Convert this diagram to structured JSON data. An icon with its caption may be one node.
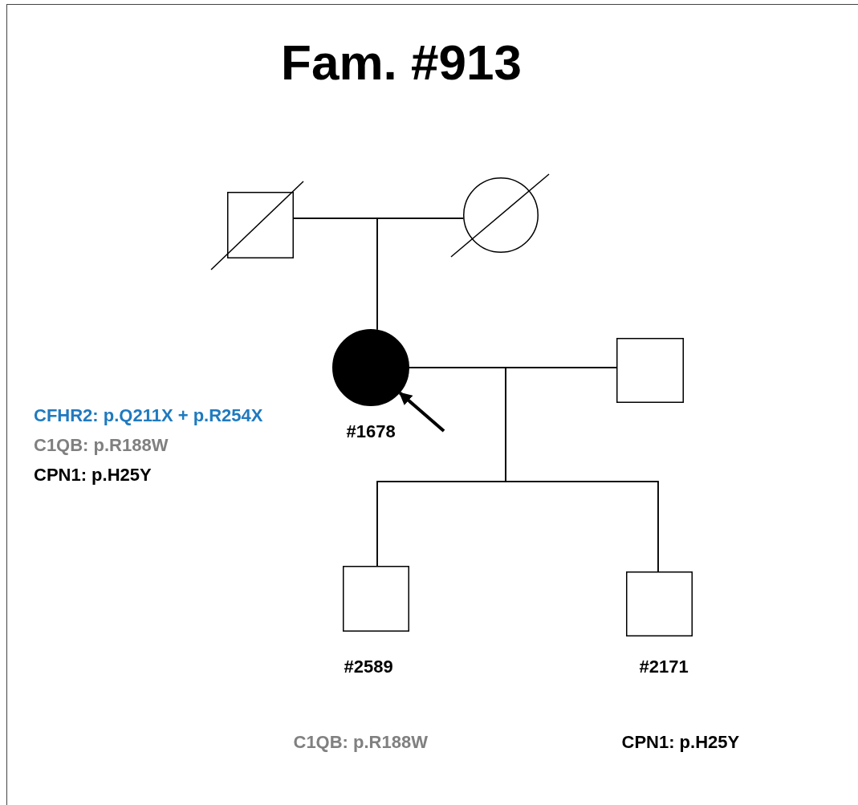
{
  "diagram": {
    "title": "Fam. #913",
    "nodes": [
      {
        "text": [],
        "shape": "box"
      },
      {
        "text": [],
        "shape": "circle"
      },
      {
        "text": [],
        "shape": "circle",
        "beside": [
          "#1678",
          "CFHR2: p.Q211X + p.R254X",
          "C1QB: p.R188W",
          "CPN1: p.H25Y"
        ]
      },
      {
        "text": [],
        "shape": "box"
      },
      {
        "text": [],
        "shape": "box",
        "beside": [
          "#2589",
          "C1QB: p.R188W"
        ]
      },
      {
        "text": [],
        "shape": "box",
        "beside": [
          "#2171",
          "CPN1: p.H25Y"
        ]
      }
    ],
    "edges": [
      {
        "from": 0,
        "to": 1,
        "arrow": "none"
      },
      {
        "from": 0,
        "to": 2,
        "arrow": "none"
      },
      {
        "from": 1,
        "to": 2,
        "arrow": "none"
      },
      {
        "from": 2,
        "to": 3,
        "arrow": "none"
      },
      {
        "from": 2,
        "to": 4,
        "arrow": "none"
      },
      {
        "from": 3,
        "to": 4,
        "arrow": "none"
      },
      {
        "from": 2,
        "to": 5,
        "arrow": "none"
      },
      {
        "from": 3,
        "to": 5,
        "arrow": "none"
      },
      {
        "from": null,
        "to": 2,
        "arrow": "to",
        "style": "thick"
      }
    ]
  }
}
